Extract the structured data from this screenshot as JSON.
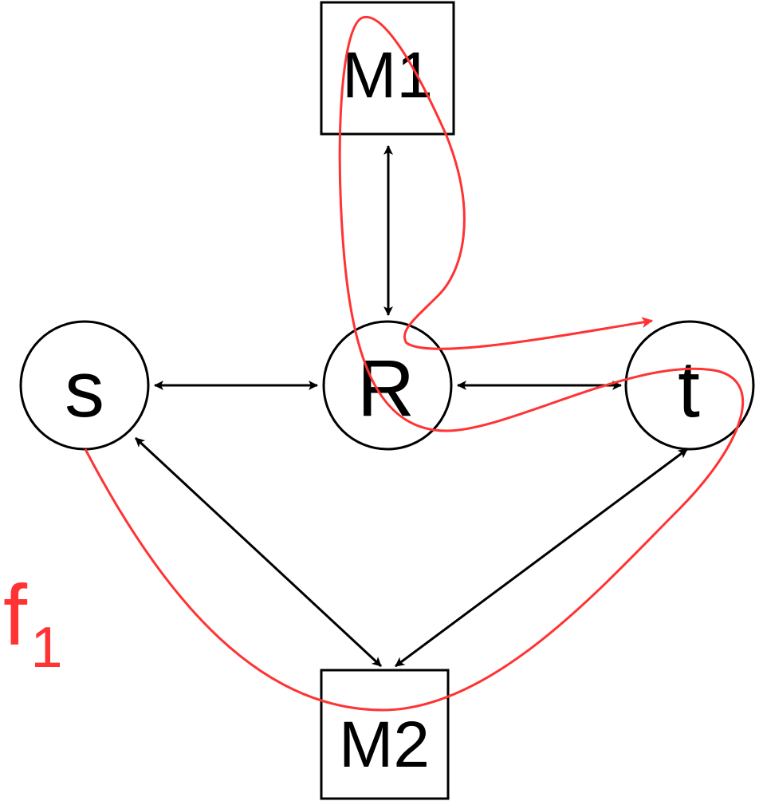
{
  "colors": {
    "stroke": "#000000",
    "flow": "#ff3333",
    "background": "#ffffff"
  },
  "nodes": {
    "m1": {
      "label": "M1",
      "shape": "box"
    },
    "m2": {
      "label": "M2",
      "shape": "box"
    },
    "s": {
      "label": "s",
      "shape": "circle"
    },
    "r": {
      "label": "R",
      "shape": "circle"
    },
    "t": {
      "label": "t",
      "shape": "circle"
    }
  },
  "edges": [
    {
      "from": "M1",
      "to": "R",
      "directed": "both"
    },
    {
      "from": "s",
      "to": "R",
      "directed": "both"
    },
    {
      "from": "R",
      "to": "t",
      "directed": "both"
    },
    {
      "from": "s",
      "to": "M2",
      "directed": "both"
    },
    {
      "from": "t",
      "to": "M2",
      "directed": "both"
    }
  ],
  "flow": {
    "label_main": "f",
    "label_sub": "1"
  }
}
